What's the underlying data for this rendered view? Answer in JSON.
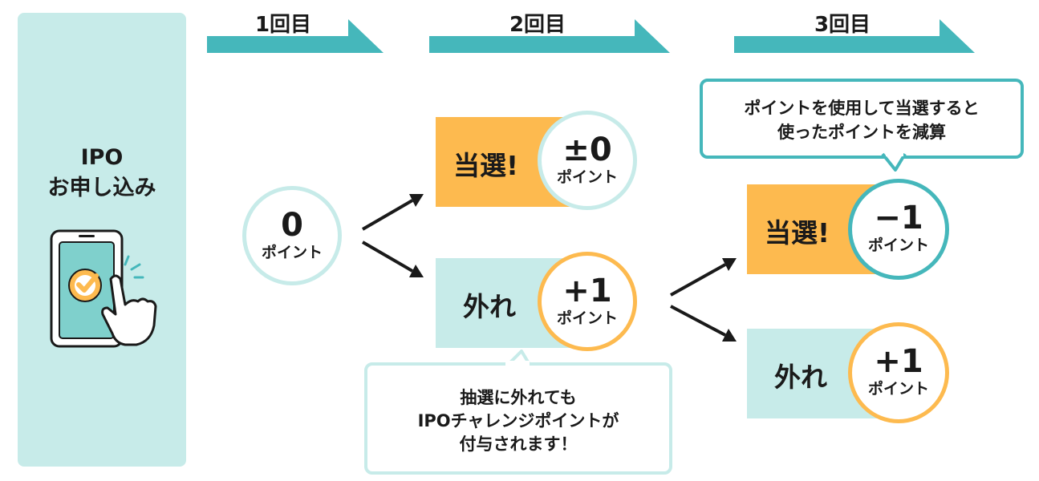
{
  "start": {
    "title_line1": "IPO",
    "title_line2": "お申し込み"
  },
  "rounds": [
    {
      "label": "1回目"
    },
    {
      "label": "2回目"
    },
    {
      "label": "3回目"
    }
  ],
  "initial": {
    "value": "0",
    "unit": "ポイント"
  },
  "round2": {
    "win": {
      "label": "当選!",
      "value": "±0",
      "unit": "ポイント"
    },
    "lose": {
      "label": "外れ",
      "value": "+1",
      "unit": "ポイント"
    },
    "callout_line1": "抽選に外れても",
    "callout_line2": "IPOチャレンジポイントが",
    "callout_line3": "付与されます！"
  },
  "round3": {
    "win": {
      "label": "当選!",
      "value": "−1",
      "unit": "ポイント"
    },
    "lose": {
      "label": "外れ",
      "value": "+1",
      "unit": "ポイント"
    },
    "callout_line1": "ポイントを使用して当選すると",
    "callout_line2": "使ったポイントを減算"
  },
  "colors": {
    "panel": "#c7ebe9",
    "teal": "#45b7bb",
    "win_orange": "#fdba4f",
    "lose_bg": "#c7ebe9",
    "ring_light": "#c7ebe9",
    "ring_yellow": "#fdba4f",
    "ring_teal": "#45b7bb"
  }
}
